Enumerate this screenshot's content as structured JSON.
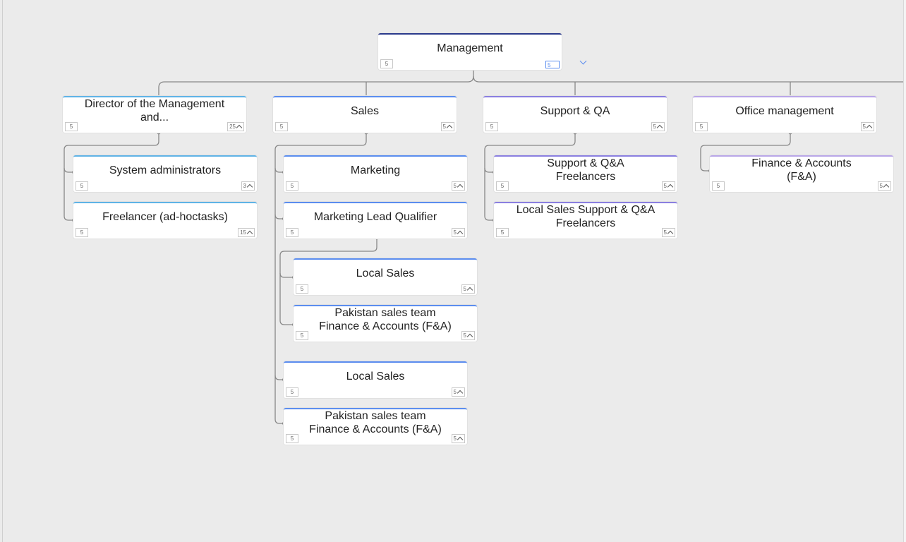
{
  "colors": {
    "background": "#ebebeb",
    "connector": "#888888",
    "management_accent": "#2b3a8c",
    "blue_accent": "#5b8def",
    "purple_accent": "#8a7fe0",
    "violet_accent": "#b9a6e8",
    "cyan_accent": "#5fb3e6"
  },
  "chart": {
    "root": {
      "title": "Management",
      "count_left": "5",
      "count_right": "5",
      "expand_icon": "chevron-down-icon"
    },
    "departments": [
      {
        "title": "Director of the Management and...",
        "count_left": "5",
        "count_right": "25"
      },
      {
        "title": "Sales",
        "count_left": "5",
        "count_right": "5"
      },
      {
        "title": "Support & QA",
        "count_left": "5",
        "count_right": "5"
      },
      {
        "title": "Office management",
        "count_left": "5",
        "count_right": "5"
      }
    ],
    "director_children": [
      {
        "title": "System administrators",
        "count_left": "5",
        "count_right": "3"
      },
      {
        "title": "Freelancer (ad-hoctasks)",
        "count_left": "5",
        "count_right": "15"
      }
    ],
    "sales_children": [
      {
        "title": "Marketing",
        "count_left": "5",
        "count_right": "5"
      },
      {
        "title": "Marketing Lead Qualifier",
        "count_left": "5",
        "count_right": "5"
      },
      {
        "title": "Local Sales",
        "count_left": "5",
        "count_right": "5"
      },
      {
        "title": "Pakistan sales team\nFinance & Accounts (F&A)",
        "count_left": "5",
        "count_right": "5"
      }
    ],
    "lead_qualifier_children": [
      {
        "title": "Local Sales",
        "count_left": "5",
        "count_right": "5"
      },
      {
        "title": "Pakistan sales team\nFinance & Accounts (F&A)",
        "count_left": "5",
        "count_right": "5"
      }
    ],
    "support_children": [
      {
        "title": "Support & Q&A\nFreelancers",
        "count_left": "5",
        "count_right": "5"
      },
      {
        "title": "Local Sales Support & Q&A\nFreelancers",
        "count_left": "5",
        "count_right": "5"
      }
    ],
    "office_children": [
      {
        "title": "Finance & Accounts\n(F&A)",
        "count_left": "5",
        "count_right": "5"
      }
    ]
  }
}
